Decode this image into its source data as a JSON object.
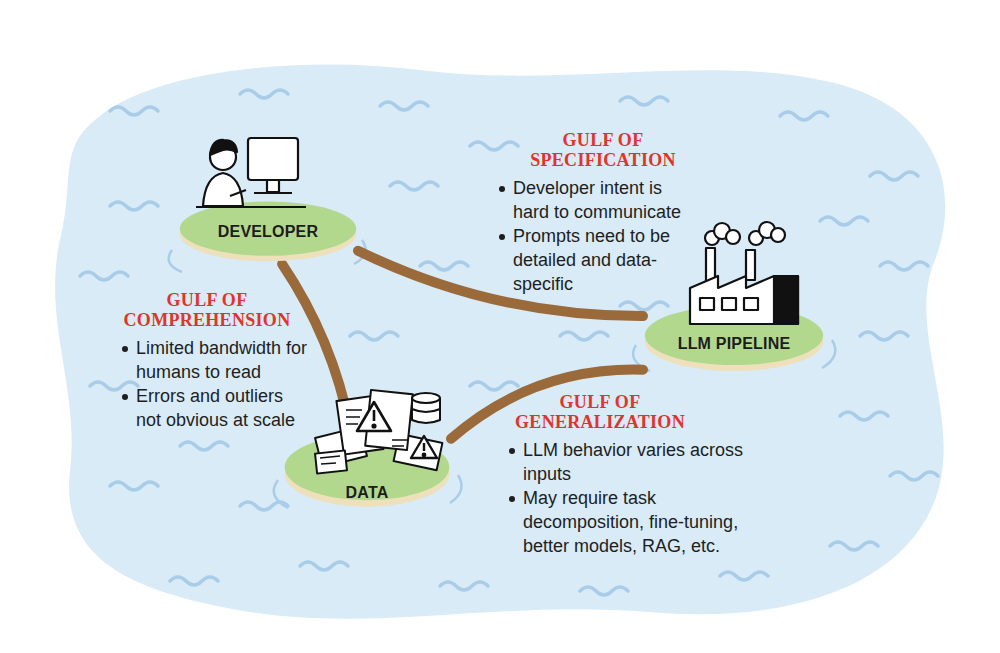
{
  "diagram": {
    "nodes": [
      {
        "text": [
          "DEVELOPER"
        ]
      },
      {
        "text": [
          "LLM PIPELINE"
        ]
      },
      {
        "text": [
          "DATA"
        ]
      }
    ],
    "edges": [
      {
        "from": 0,
        "to": 1,
        "arrow": "none"
      },
      {
        "from": 0,
        "to": 2,
        "arrow": "none"
      },
      {
        "from": 2,
        "to": 1,
        "arrow": "none"
      }
    ],
    "labels": [
      "GULF OF SPECIFICATION",
      "Developer intent is hard to communicate",
      "Prompts need to be detailed and data-specific",
      "GULF OF COMPREHENSION",
      "Limited bandwidth for humans to read",
      "Errors and outliers not obvious at scale",
      "GULF OF GENERALIZATION",
      "LLM behavior varies across inputs",
      "May require task decomposition, fine-tuning, better models, RAG, etc."
    ]
  }
}
